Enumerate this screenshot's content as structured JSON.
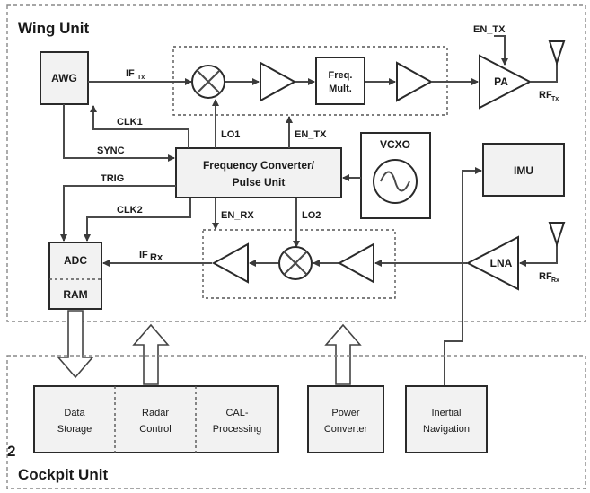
{
  "wing_unit": {
    "title": "Wing Unit",
    "blocks": {
      "awg": "AWG",
      "freq_mult_line1": "Freq.",
      "freq_mult_line2": "Mult.",
      "pa": "PA",
      "vcxo": "VCXO",
      "fc_line1": "Frequency Converter/",
      "fc_line2": "Pulse Unit",
      "imu": "IMU",
      "adc": "ADC",
      "ram": "RAM",
      "lna": "LNA"
    },
    "signals": {
      "if_tx": "IF",
      "if_tx_sub": "Tx",
      "if_rx": "IF",
      "if_rx_sub": "Rx",
      "rf_tx": "RF",
      "rf_tx_sub": "Tx",
      "rf_rx": "RF",
      "rf_rx_sub": "Rx",
      "en_tx_top": "EN_TX",
      "en_tx": "EN_TX",
      "en_rx": "EN_RX",
      "lo1": "LO1",
      "lo2": "LO2",
      "clk1": "CLK1",
      "clk2": "CLK2",
      "sync": "SYNC",
      "trig": "TRIG"
    }
  },
  "cockpit_unit": {
    "title": "Cockpit Unit",
    "number": "2",
    "blocks": {
      "data_storage_1": "Data",
      "data_storage_2": "Storage",
      "radar_control_1": "Radar",
      "radar_control_2": "Control",
      "cal_1": "CAL-",
      "cal_2": "Processing",
      "power_1": "Power",
      "power_2": "Converter",
      "inertial_1": "Inertial",
      "inertial_2": "Navigation"
    }
  }
}
